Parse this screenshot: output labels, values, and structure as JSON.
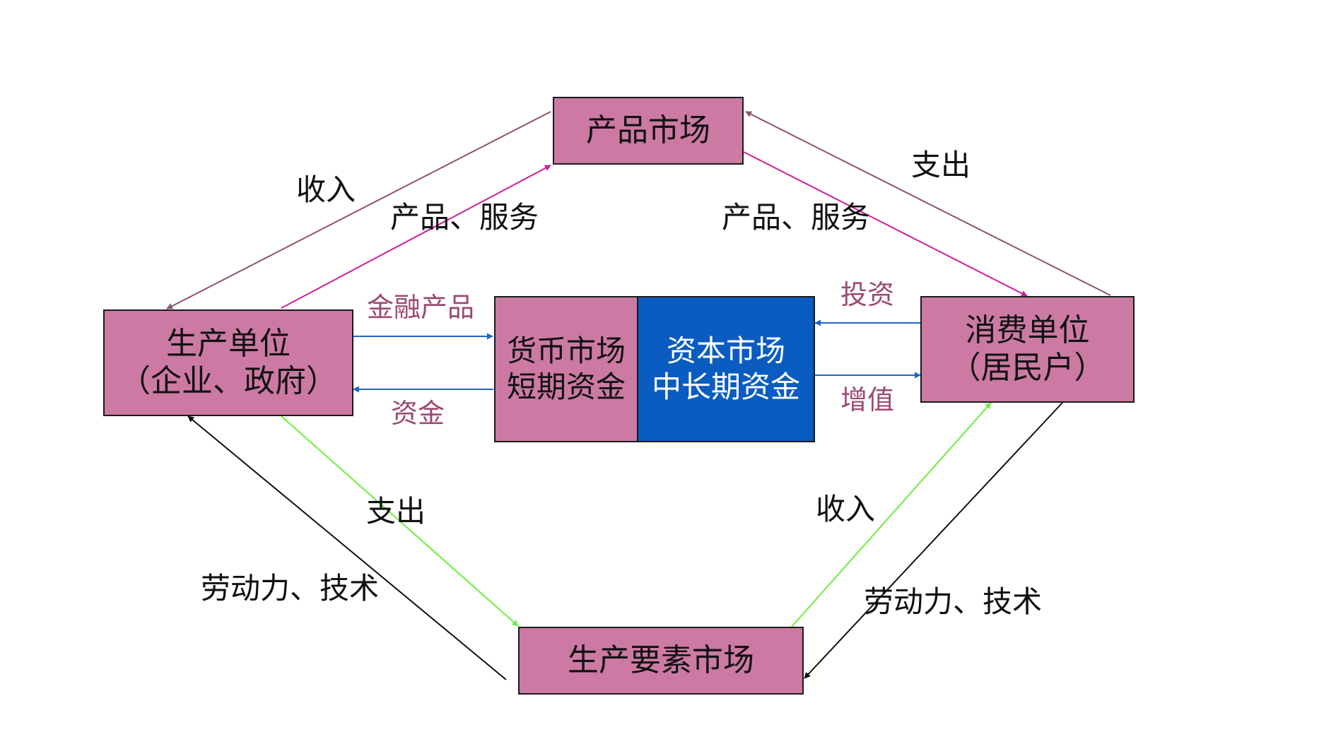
{
  "nodes": {
    "product_market": "产品市场",
    "production_unit": {
      "line1": "生产单位",
      "line2": "（企业、政府）"
    },
    "consumer_unit": {
      "line1": "消费单位",
      "line2": "（居民户）"
    },
    "money_market": {
      "line1": "货币市场",
      "line2": "短期资金"
    },
    "capital_market": {
      "line1": "资本市场",
      "line2": "中长期资金"
    },
    "factor_market": "生产要素市场"
  },
  "labels": {
    "income_top": "收入",
    "products_services_left": "产品、服务",
    "products_services_right": "产品、服务",
    "expense_top": "支出",
    "financial_products": "金融产品",
    "funds": "资金",
    "investment": "投资",
    "appreciation": "增值",
    "expense_bottom": "支出",
    "income_bottom": "收入",
    "labor_tech_left": "劳动力、技术",
    "labor_tech_right": "劳动力、技术"
  },
  "colors": {
    "box_fill": "#cc7aa3",
    "capital_fill": "#0a5cc0",
    "mauve_arrow": "#8e5273",
    "magenta_arrow": "#cc1f97",
    "blue_arrow": "#1f66c4",
    "green_arrow": "#6cf03c",
    "black_arrow": "#111111",
    "mauve_text": "#9a4a73"
  }
}
